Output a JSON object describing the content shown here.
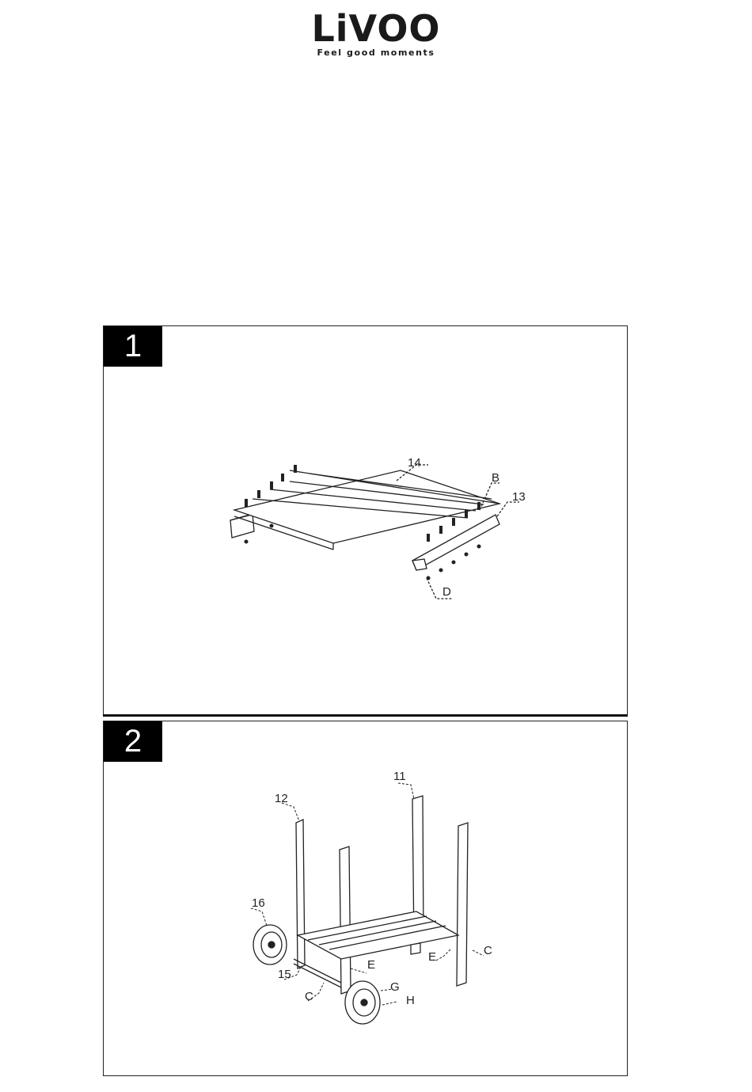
{
  "brand": {
    "name": "LiVOO",
    "tagline": "Feel good moments"
  },
  "steps": [
    {
      "number": "1",
      "labels": {
        "p14": "14",
        "pB": "B",
        "p13": "13",
        "pD": "D"
      }
    },
    {
      "number": "2",
      "labels": {
        "p11": "11",
        "p12": "12",
        "p16": "16",
        "p15": "15",
        "pC1": "C",
        "pC2": "C",
        "pE1": "E",
        "pE2": "E",
        "pG": "G",
        "pH": "H"
      }
    }
  ]
}
